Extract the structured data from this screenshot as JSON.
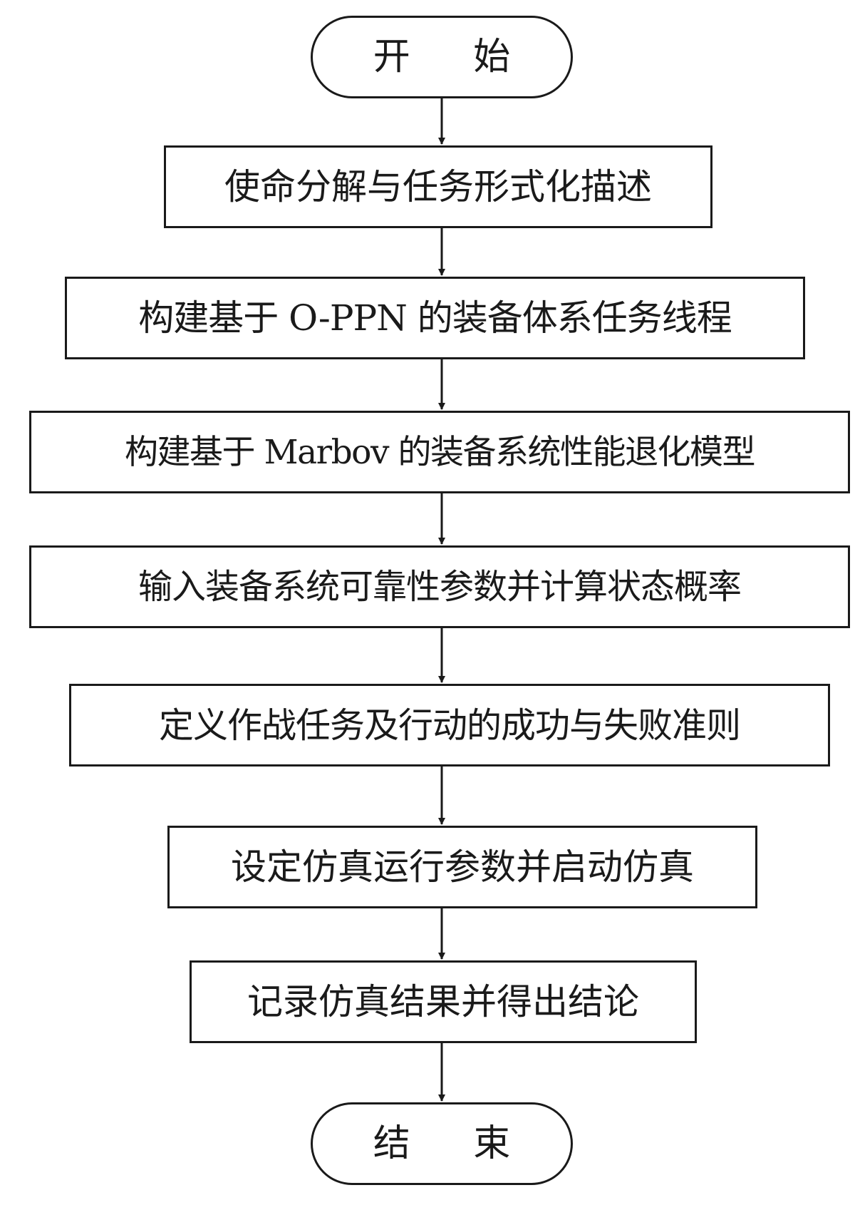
{
  "flowchart": {
    "start": "开 始",
    "steps": [
      "使命分解与任务形式化描述",
      "构建基于 O-PPN 的装备体系任务线程",
      "构建基于 Marbov 的装备系统性能退化模型",
      "输入装备系统可靠性参数并计算状态概率",
      "定义作战任务及行动的成功与失败准则",
      "设定仿真运行参数并启动仿真",
      "记录仿真结果并得出结论"
    ],
    "end": "结 束"
  }
}
